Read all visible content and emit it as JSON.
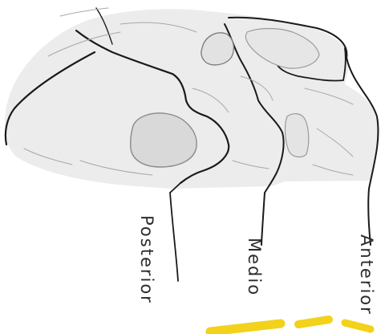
{
  "diagram": {
    "labels": {
      "posterior": "Posterior",
      "medio": "Medio",
      "anterior": "Anterior"
    },
    "colors": {
      "paper": "#ffffff",
      "bone_fill": "#ececec",
      "outline": "#1a1a1a",
      "shading": "#a8a8a8",
      "foramen_fill": "#d9d9d9",
      "highlighter": "#f2d21a"
    }
  }
}
